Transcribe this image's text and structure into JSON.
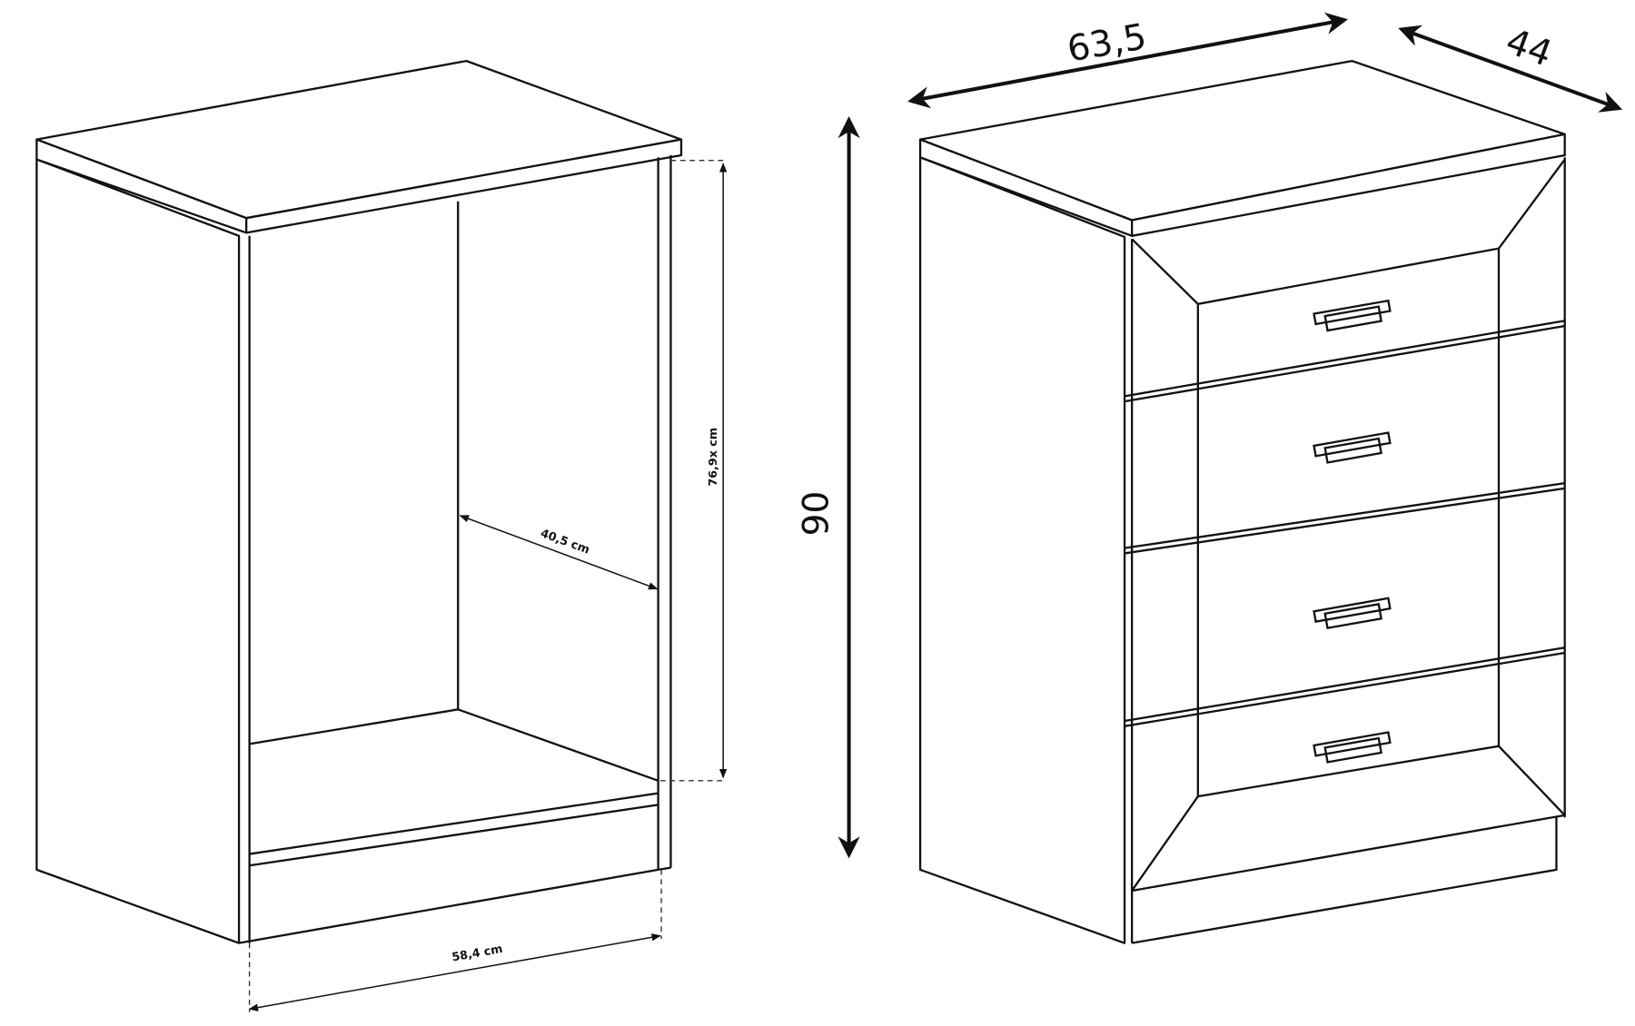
{
  "open_cabinet": {
    "inner_height_label": "76,9x cm",
    "inner_depth_label": "40,5 cm",
    "inner_width_label": "58,4 cm"
  },
  "dresser": {
    "height_label": "90",
    "width_label": "63,5",
    "depth_label": "44",
    "drawer_count": 4
  }
}
